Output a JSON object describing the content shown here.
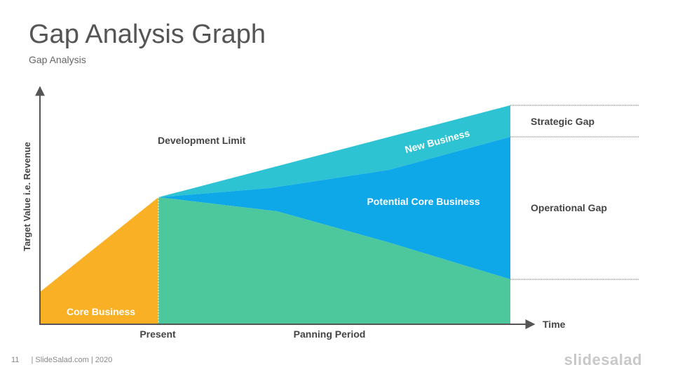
{
  "slide": {
    "title": "Gap Analysis Graph",
    "subtitle": "Gap Analysis"
  },
  "diagram": {
    "y_axis_label": "Target Value i.e. Revenue",
    "x_axis_label": "Time",
    "x_marks": [
      "Present",
      "Panning Period"
    ],
    "development_limit": "Development Limit",
    "areas": {
      "core_business": "Core Business",
      "new_business": "New Business",
      "potential_core_business": "Potential Core Business"
    },
    "gaps": {
      "strategic": "Strategic Gap",
      "operational": "Operational Gap"
    },
    "colors": {
      "core_business": "#F9B024",
      "declining_core": "#4DC89C",
      "potential_core": "#0EA7E8",
      "new_business": "#2EC3D3",
      "axis": "#555555"
    }
  },
  "footer": {
    "page_number": "11",
    "credit": "| SlideSalad.com | 2020",
    "brand": "slidesalad"
  }
}
